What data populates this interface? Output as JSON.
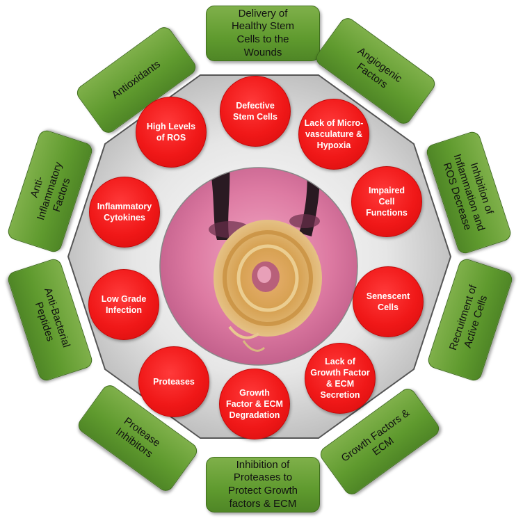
{
  "center_image": {
    "description_icon": "wound-photo"
  },
  "treatments": [
    {
      "id": "top",
      "label": "Delivery of\nHealthy Stem\nCells to the\nWounds"
    },
    {
      "id": "top-right",
      "label": "Angiogenic\nFactors"
    },
    {
      "id": "right-upper",
      "label": "Inhibition of\nInflammation and\nROS Decrease"
    },
    {
      "id": "right-lower",
      "label": "Recruitment of\nActive Cells"
    },
    {
      "id": "bottom-right",
      "label": "Growth Factors &\nECM"
    },
    {
      "id": "bottom",
      "label": "Inhibition of\nProteases to\nProtect Growth\nfactors & ECM"
    },
    {
      "id": "bottom-left",
      "label": "Protease\nInhibitors"
    },
    {
      "id": "left-lower",
      "label": "Anti-Bacterial\nPeptides"
    },
    {
      "id": "left-upper",
      "label": "Anti-\nInflammatory\nFactors"
    },
    {
      "id": "top-left",
      "label": "Antioxidants"
    }
  ],
  "problems": [
    {
      "id": "p1",
      "label": "Defective\nStem Cells"
    },
    {
      "id": "p2",
      "label": "Lack of Micro-\nvasculature &\nHypoxia"
    },
    {
      "id": "p3",
      "label": "Impaired\nCell\nFunctions"
    },
    {
      "id": "p4",
      "label": "Senescent\nCells"
    },
    {
      "id": "p5",
      "label": "Lack of\nGrowth Factor\n& ECM\nSecretion"
    },
    {
      "id": "p6",
      "label": "Growth\nFactor & ECM\nDegradation"
    },
    {
      "id": "p7",
      "label": "Proteases"
    },
    {
      "id": "p8",
      "label": "Low Grade\nInfection"
    },
    {
      "id": "p9",
      "label": "Inflammatory\nCytokines"
    },
    {
      "id": "p10",
      "label": "High Levels\nof ROS"
    }
  ],
  "colors": {
    "treatment_box": "#6aa336",
    "problem_circle": "#f01818",
    "polygon": "#d9d9d9"
  }
}
